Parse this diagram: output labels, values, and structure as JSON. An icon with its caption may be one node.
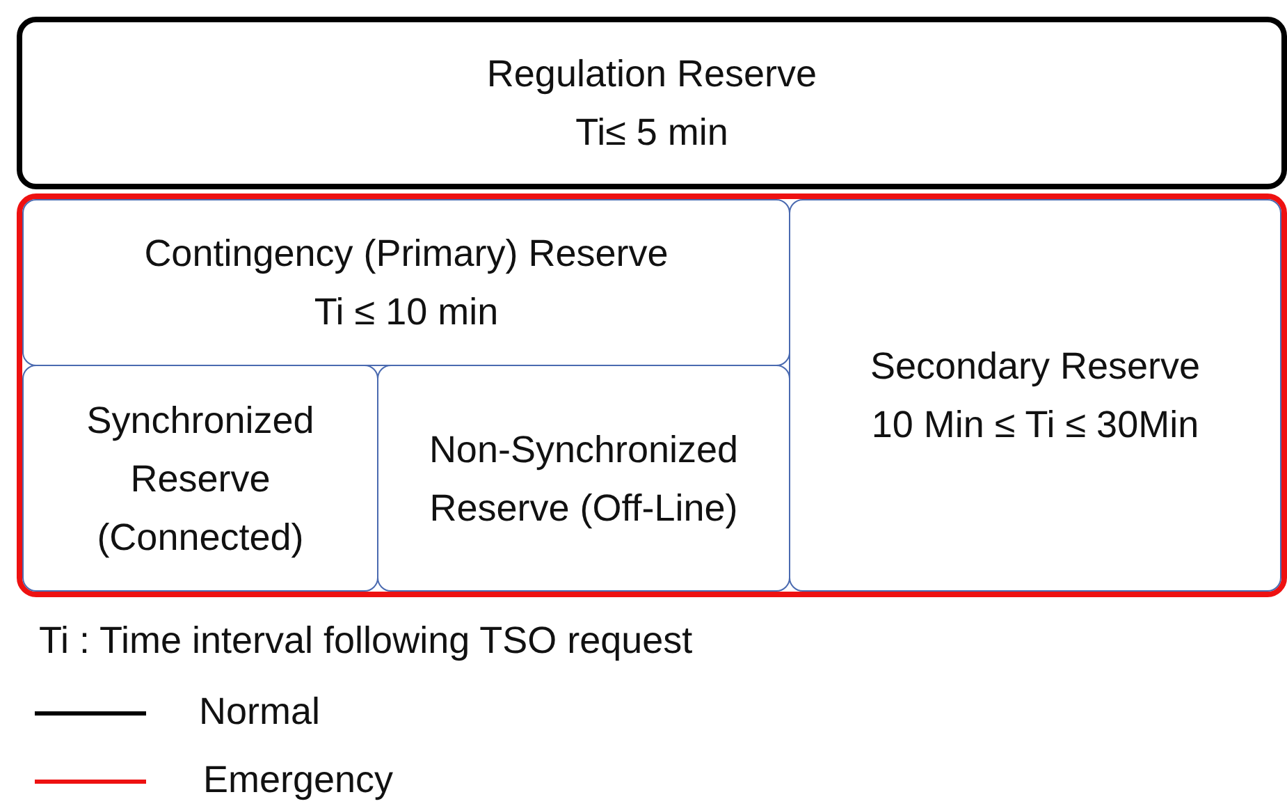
{
  "diagram": {
    "nodes": [
      {
        "text": [
          "Regulation Reserve",
          "Ti≤ 5 min"
        ]
      },
      {
        "text": [],
        "shape": "box"
      },
      {
        "text": [
          "Contingency (Primary) Reserve",
          "Ti ≤ 10 min"
        ],
        "in": 1
      },
      {
        "text": [
          "Synchronized Reserve (Connected)"
        ],
        "in": 1
      },
      {
        "text": [
          "Non-Synchronized Reserve (Off-Line)"
        ],
        "in": 1
      },
      {
        "text": [
          "Secondary Reserve",
          "10 Min ≤ Ti ≤ 30Min"
        ],
        "in": 1
      }
    ],
    "edges": [],
    "labels": [
      "Ti : Time interval following TSO request"
    ],
    "legend": [
      {
        "text": "Normal"
      },
      {
        "text": "Emergency"
      }
    ]
  }
}
